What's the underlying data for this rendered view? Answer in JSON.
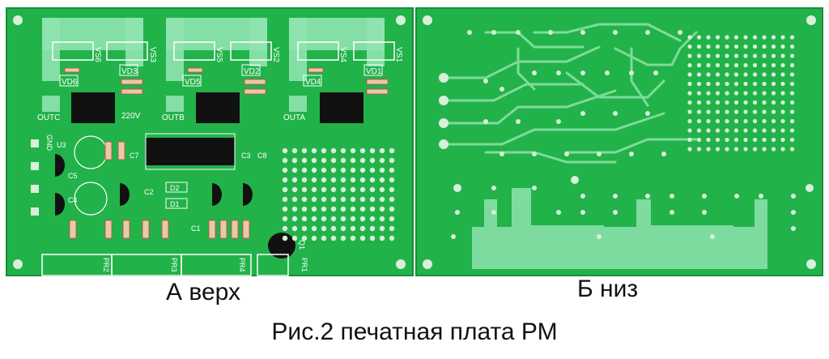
{
  "captions": {
    "top": "А верх",
    "bottom": "Б низ",
    "figure": "Рис.2 печатная плата РМ"
  },
  "top_board": {
    "connector_labels": [
      "VS6",
      "VS3",
      "VS5",
      "VS2",
      "VS4",
      "VS1"
    ],
    "diode_labels": [
      "VD6",
      "VD3",
      "VD5",
      "VD2",
      "VD4",
      "VD1"
    ],
    "output_labels": [
      "OUTC",
      "220V",
      "OUTB",
      "OUTA"
    ],
    "misc_labels": [
      "GND",
      "U3",
      "C5",
      "C4",
      "C7",
      "C3",
      "C8",
      "C2",
      "C1",
      "D1",
      "D2",
      "Q1"
    ],
    "trimmer_labels": [
      "PR2",
      "PR3",
      "PR4",
      "PR1"
    ]
  },
  "colors": {
    "board": "#22b24a",
    "board_edge": "#1a8e3a",
    "silkscreen": "#ffffff",
    "copper_pad": "#cfe8cf",
    "trace": "#7ddc98",
    "chip": "#111111",
    "connector_fill": "#8fe3b0"
  }
}
